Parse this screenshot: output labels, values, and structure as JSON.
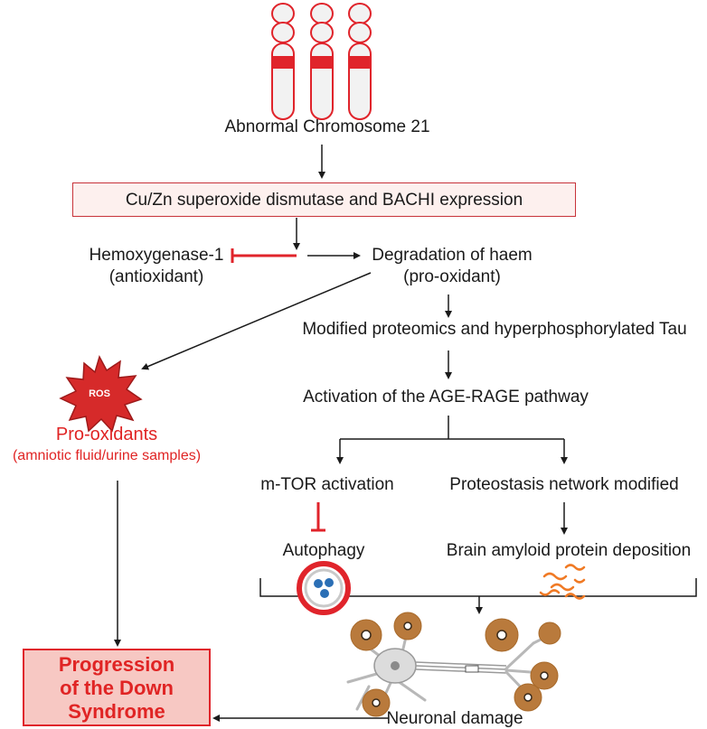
{
  "colors": {
    "accent_red": "#e0242b",
    "text": "#1a1a1a",
    "box_fill_light": "#fdf0ee",
    "box_fill_pink": "#f7c8c3"
  },
  "chromosome": {
    "label": "Abnormal Chromosome 21",
    "count": 3
  },
  "expression_box": {
    "label": "Cu/Zn superoxide dismutase and  BACHI expression"
  },
  "hemoxygenase": {
    "line1": "Hemoxygenase-1",
    "line2": "(antioxidant)"
  },
  "haem": {
    "line1": "Degradation of haem",
    "line2": "(pro-oxidant)"
  },
  "proteomics": {
    "label": "Modified proteomics and hyperphosphorylated Tau"
  },
  "age_rage": {
    "label": "Activation of the AGE-RAGE pathway"
  },
  "mtor": {
    "label": "m-TOR activation"
  },
  "proteostasis": {
    "label": "Proteostasis network modified"
  },
  "autophagy": {
    "label": "Autophagy"
  },
  "amyloid": {
    "label": "Brain amyloid protein deposition"
  },
  "ros": {
    "badge": "ROS",
    "label": "Pro-oxidants",
    "sublabel": "(amniotic fluid/urine samples)"
  },
  "outcome": {
    "line1": "Progression",
    "line2": "of the Down",
    "line3": "Syndrome"
  },
  "neuronal": {
    "label": "Neuronal damage"
  }
}
